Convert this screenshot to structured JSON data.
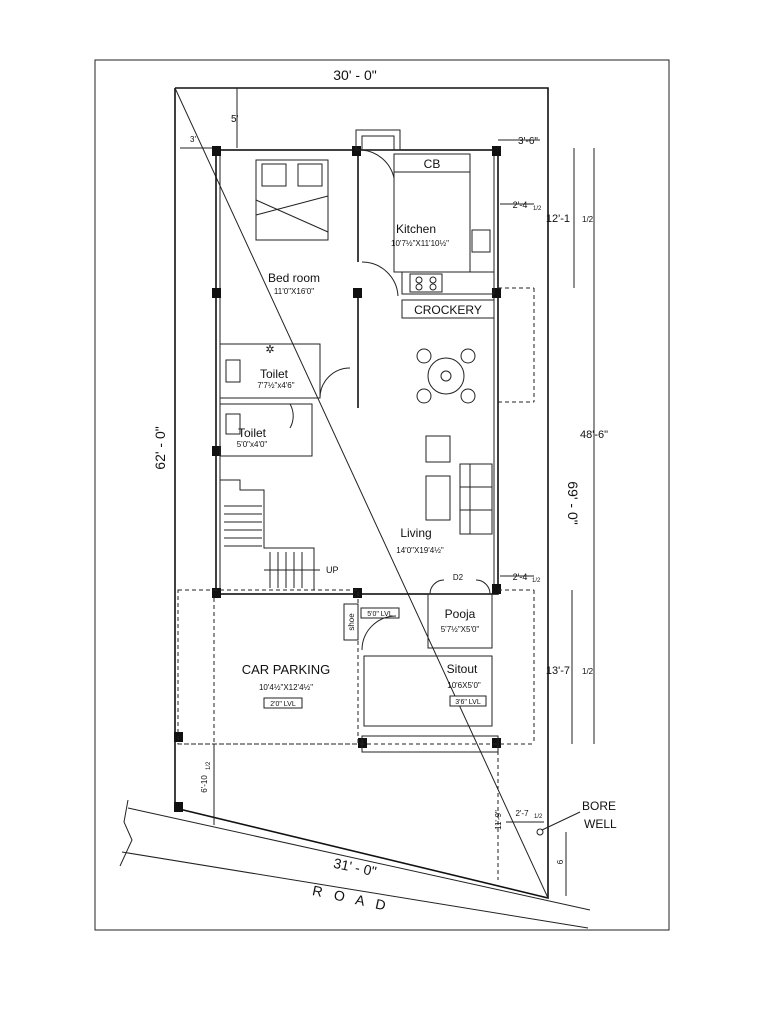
{
  "plot": {
    "top_width": "30' - 0\"",
    "bottom_width": "31' - 0\"",
    "left_depth": "62' - 0\"",
    "right_depth": "69' - 0\"",
    "front_setback": "5'",
    "side_setback": "3'",
    "road": "R O A D"
  },
  "rooms": {
    "bedroom": {
      "name": "Bed room",
      "size": "11'0\"X16'0\""
    },
    "kitchen": {
      "name": "Kitchen",
      "size": "10'7½\"X11'10½\"",
      "cb": "CB",
      "crockery": "CROCKERY"
    },
    "toilet1": {
      "name": "Toilet",
      "size": "7'7½\"x4'6\""
    },
    "toilet2": {
      "name": "Toilet",
      "size": "5'0\"x4'0\""
    },
    "living": {
      "name": "Living",
      "size": "14'0\"X19'4½\""
    },
    "pooja": {
      "name": "Pooja",
      "size": "5'7½\"X5'0\"",
      "door": "D2",
      "level": "5'0\" LVL"
    },
    "sitout": {
      "name": "Sitout",
      "size": "10'6X5'0\"",
      "level": "3'6\" LVL"
    },
    "parking": {
      "name": "CAR PARKING",
      "size": "10'4½\"X12'4½\"",
      "level": "2'0\" LVL"
    },
    "shoe": "shoe",
    "stair_up": "UP"
  },
  "dims": {
    "right_top_3_6": "3'-6\"",
    "kitchen_gap": "2'-4",
    "kitchen_gap_frac": "1/2",
    "kitchen_depth": "12'-1",
    "kitchen_depth_frac": "1/2",
    "overall_48_6": "48'-6\"",
    "sitout_gap": "2'-4",
    "sitout_gap_frac": "1/2",
    "sitout_depth": "13'-7",
    "sitout_depth_frac": "1/2",
    "left_bottom": "6'-10",
    "left_bottom_frac": "1/2",
    "front_11_9": "11'-9\"",
    "bore_offset": "2'-7",
    "bore_offset_frac": "1/2",
    "bore_6": "6",
    "bore_label_1": "BORE",
    "bore_label_2": "WELL"
  }
}
